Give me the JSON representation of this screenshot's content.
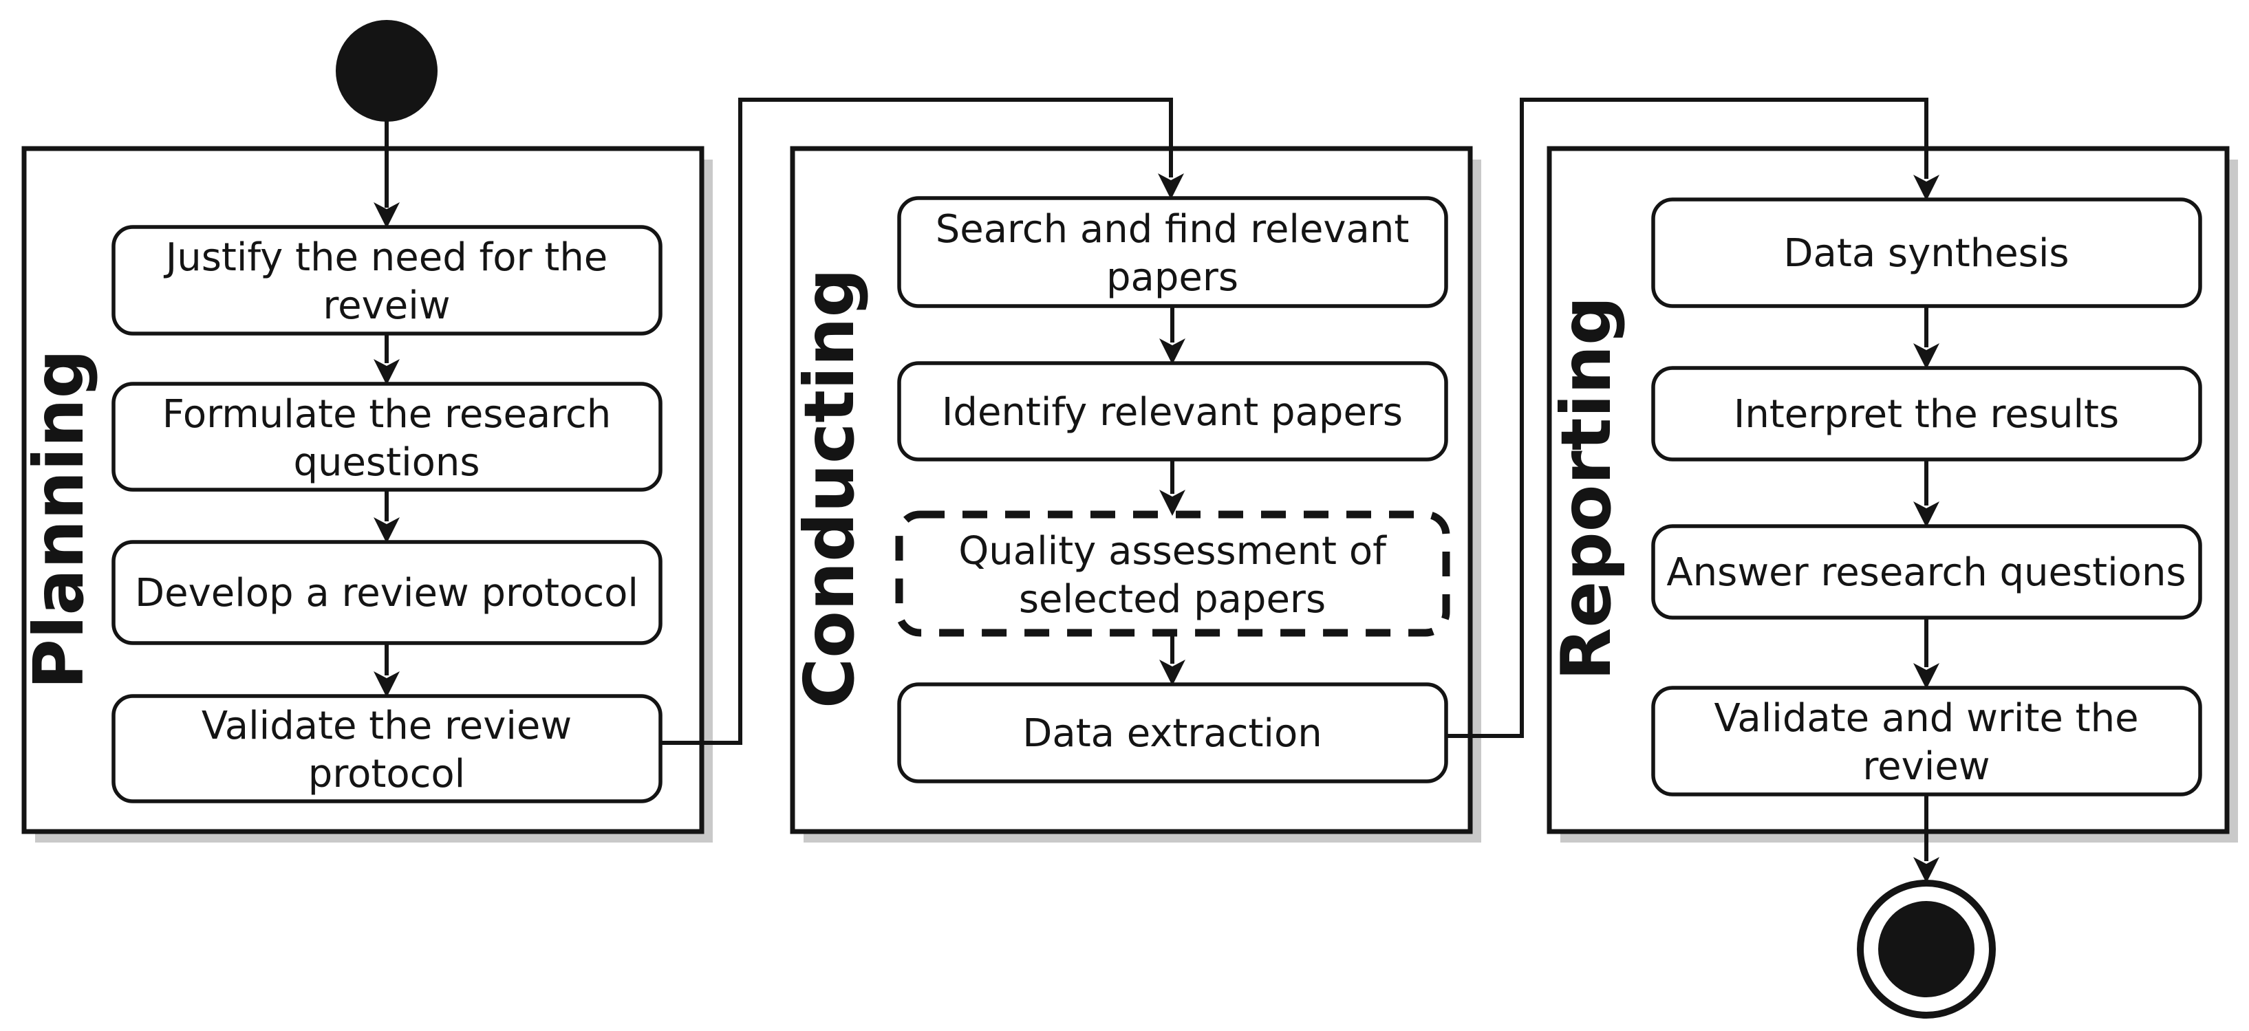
{
  "colors": {
    "ink": "#141414",
    "paper": "#ffffff",
    "panel_shadow": "#c9c9c9"
  },
  "nodes": {
    "start_node": "filled-circle",
    "end_node": "double-circle"
  },
  "phases": [
    {
      "label": "Planning",
      "steps": [
        {
          "lines": [
            "Justify the need for the",
            "reveiw"
          ],
          "border": "solid"
        },
        {
          "lines": [
            "Formulate the research",
            "questions"
          ],
          "border": "solid"
        },
        {
          "lines": [
            "Develop a review protocol"
          ],
          "border": "solid"
        },
        {
          "lines": [
            "Validate the review",
            "protocol"
          ],
          "border": "solid"
        }
      ]
    },
    {
      "label": "Conducting",
      "steps": [
        {
          "lines": [
            "Search and find relevant",
            "papers"
          ],
          "border": "solid"
        },
        {
          "lines": [
            "Identify relevant papers"
          ],
          "border": "solid"
        },
        {
          "lines": [
            "Quality assessment of",
            "selected papers"
          ],
          "border": "dashed"
        },
        {
          "lines": [
            "Data extraction"
          ],
          "border": "solid"
        }
      ]
    },
    {
      "label": "Reporting",
      "steps": [
        {
          "lines": [
            "Data synthesis"
          ],
          "border": "solid"
        },
        {
          "lines": [
            "Interpret the results"
          ],
          "border": "solid"
        },
        {
          "lines": [
            "Answer research questions"
          ],
          "border": "solid"
        },
        {
          "lines": [
            "Validate and write the",
            "review"
          ],
          "border": "solid"
        }
      ]
    }
  ]
}
